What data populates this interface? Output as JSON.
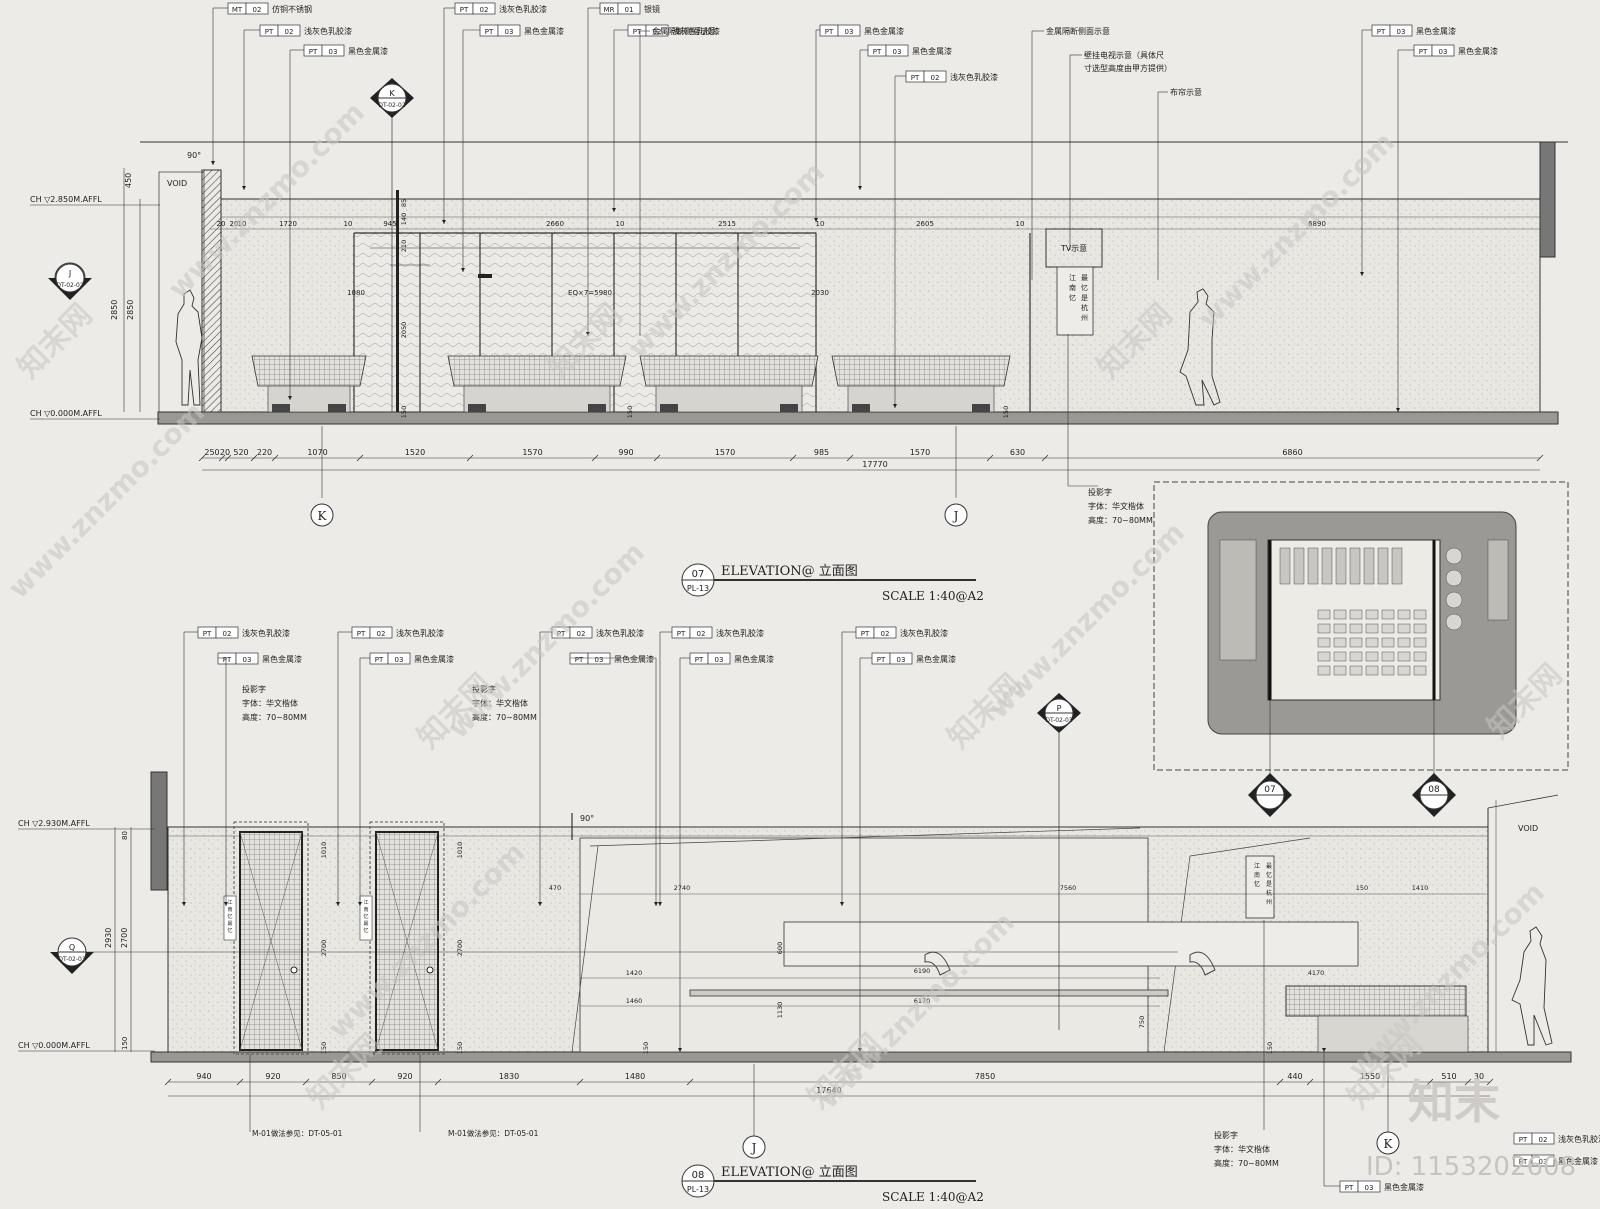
{
  "elevation_07": {
    "level_top": "CH ▽2.850M.AFFL",
    "level_bottom": "CH ▽0.000M.AFFL",
    "section_k": {
      "letter": "K",
      "ref": "DT-02-02"
    },
    "section_j": {
      "letter": "J",
      "ref": "DT-02-02"
    },
    "void": "VOID",
    "angle": "90°",
    "height_dims": [
      "450",
      "2850",
      "2850"
    ],
    "top_callouts": [
      {
        "tag": "MT",
        "code": "02",
        "text": "仿铜不锈钢"
      },
      {
        "tag": "PT",
        "code": "02",
        "text": "浅灰色乳胶漆"
      },
      {
        "tag": "PT",
        "code": "03",
        "text": "黑色金属漆"
      },
      {
        "tag": "PT",
        "code": "02",
        "text": "浅灰色乳胶漆"
      },
      {
        "tag": "PT",
        "code": "03",
        "text": "黑色金属漆"
      },
      {
        "tag": "MR",
        "code": "01",
        "text": "银镜"
      },
      {
        "tag": "PT",
        "code": "02",
        "text": "浅灰色乳胶漆"
      },
      {
        "tag": "PT",
        "code": "03",
        "text": "黑色金属漆"
      },
      {
        "tag": "PT",
        "code": "03",
        "text": "黑色金属漆"
      },
      {
        "tag": "PT",
        "code": "02",
        "text": "浅灰色乳胶漆"
      },
      {
        "tag": "PT",
        "code": "03",
        "text": "黑色金属漆"
      }
    ],
    "notes": [
      "金属隔断侧面示意",
      "金属隔断侧面示意",
      "壁挂电视示意（具体尺",
      "寸选型高度由甲方提供）",
      "布帘示意"
    ],
    "tv_label": "TV示意",
    "sign_text": "江南忆最忆是杭州",
    "inner_dims": [
      "1720",
      "945",
      "2660",
      "2515",
      "2605",
      "6890",
      "10",
      "10",
      "10",
      "10",
      "10",
      "20",
      "20",
      "140",
      "85",
      "210",
      "2050",
      "1080",
      "EQ×7=5980",
      "2030",
      "150",
      "150",
      "150"
    ],
    "bottom_dims": [
      "250",
      "20",
      "520",
      "220",
      "1070",
      "1520",
      "1570",
      "990",
      "1570",
      "985",
      "1570",
      "630",
      "6860"
    ],
    "total_dim": "17770",
    "projection_note": [
      "投影字",
      "字体：华文楷体",
      "高度：70~80MM"
    ],
    "grid_k": "K",
    "grid_j": "J",
    "title": {
      "num": "07",
      "sheet": "PL-13",
      "text": "ELEVATION@ 立面图",
      "scale": "SCALE 1:40@A2"
    }
  },
  "elevation_08": {
    "level_top": "CH ▽2.930M.AFFL",
    "level_bottom": "CH ▽0.000M.AFFL",
    "section_q": {
      "letter": "Q",
      "ref": "DT-02-03"
    },
    "section_p": {
      "letter": "P",
      "ref": "DT-02-03"
    },
    "void": "VOID",
    "angle": "90°",
    "height_dims": [
      "2930",
      "2700",
      "80",
      "150"
    ],
    "top_callouts": [
      {
        "tag": "PT",
        "code": "02",
        "text": "浅灰色乳胶漆"
      },
      {
        "tag": "PT",
        "code": "03",
        "text": "黑色金属漆"
      },
      {
        "tag": "PT",
        "code": "02",
        "text": "浅灰色乳胶漆"
      },
      {
        "tag": "PT",
        "code": "03",
        "text": "黑色金属漆"
      },
      {
        "tag": "PT",
        "code": "02",
        "text": "浅灰色乳胶漆"
      },
      {
        "tag": "PT",
        "code": "03",
        "text": "黑色金属漆"
      },
      {
        "tag": "PT",
        "code": "02",
        "text": "浅灰色乳胶漆"
      },
      {
        "tag": "PT",
        "code": "03",
        "text": "黑色金属漆"
      },
      {
        "tag": "PT",
        "code": "02",
        "text": "浅灰色乳胶漆"
      },
      {
        "tag": "PT",
        "code": "03",
        "text": "黑色金属漆"
      }
    ],
    "projection_notes": [
      [
        "投影字",
        "字体：华文楷体",
        "高度：70~80MM"
      ],
      [
        "投影字",
        "字体：华文楷体",
        "高度：70~80MM"
      ]
    ],
    "door_sign_text": "江南忆最忆是杭州",
    "inner_dims": [
      "1010",
      "1010",
      "2700",
      "2700",
      "150",
      "150",
      "470",
      "2740",
      "7560",
      "150",
      "1410",
      "1420",
      "1460",
      "6190",
      "6170",
      "600",
      "1130",
      "750",
      "4170",
      "150",
      "150"
    ],
    "bottom_dims": [
      "940",
      "920",
      "850",
      "920",
      "1830",
      "1480",
      "7850",
      "440",
      "1550",
      "510",
      "30"
    ],
    "total_dim": "17640",
    "door_notes": [
      "M-01做法参见：DT-05-01",
      "M-01做法参见：DT-05-01"
    ],
    "bottom_callouts": [
      {
        "tag": "PT",
        "code": "02",
        "text": "浅灰色乳胶漆"
      },
      {
        "tag": "PT",
        "code": "03",
        "text": "黑色金属漆"
      },
      {
        "tag": "PT",
        "code": "03",
        "text": "黑色金属漆"
      }
    ],
    "grid_j": "J",
    "grid_k": "K",
    "title": {
      "num": "08",
      "sheet": "PL-13",
      "text": "ELEVATION@ 立面图",
      "scale": "SCALE 1:40@A2"
    }
  },
  "key_plan": {
    "marker_07": "07",
    "marker_08": "08"
  },
  "watermark": {
    "site": "www.znzmo.com",
    "brand": "知末网",
    "logo": "知末",
    "id": "ID: 1153202608"
  }
}
